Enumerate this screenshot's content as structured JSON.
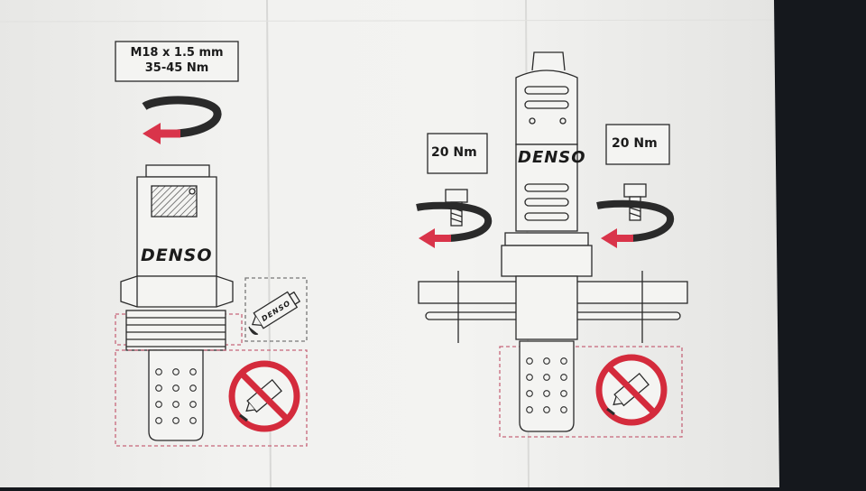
{
  "colors": {
    "paper": "#f1f1ef",
    "ink": "#2a2a2a",
    "arrow_red": "#d9344a",
    "prohibit_red": "#d42b3c",
    "dark_background": "#15181d"
  },
  "left_figure": {
    "spec_box": {
      "thread": "M18 x 1.5 mm",
      "torque": "35-45 Nm"
    },
    "sensor_brand": "DENSO",
    "tube_brand": "DENSO",
    "icons": [
      "rotation-arrow-icon",
      "grease-tube-icon",
      "no-grease-prohibition-icon"
    ]
  },
  "right_figure": {
    "left_bolt_torque": "20 Nm",
    "right_bolt_torque": "20 Nm",
    "sensor_brand": "DENSO",
    "icons": [
      "rotation-arrow-icon",
      "bolt-icon",
      "no-grease-prohibition-icon"
    ]
  }
}
